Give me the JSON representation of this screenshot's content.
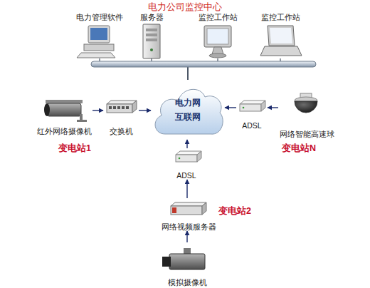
{
  "diagram": {
    "title": "电力公司监控中心",
    "nodes": [
      {
        "text": [
          "电力管理软件"
        ]
      },
      {
        "text": [
          "服务器"
        ]
      },
      {
        "text": [
          "监控工作站"
        ]
      },
      {
        "text": [
          "监控工作站"
        ]
      },
      {
        "text": [
          "红外网络摄像机"
        ]
      },
      {
        "text": [
          "交换机"
        ]
      },
      {
        "text": [
          "电力网 互联网"
        ]
      },
      {
        "text": [
          "ADSL"
        ]
      },
      {
        "text": [
          "网络智能高速球"
        ]
      },
      {
        "text": [
          "ADSL"
        ]
      },
      {
        "text": [
          "网络视频服务器"
        ]
      },
      {
        "text": [
          "模拟摄像机"
        ]
      }
    ],
    "edges": [
      {
        "from": 0,
        "to": 6,
        "arrow": "none"
      },
      {
        "from": 1,
        "to": 6,
        "arrow": "none"
      },
      {
        "from": 2,
        "to": 6,
        "arrow": "none"
      },
      {
        "from": 3,
        "to": 6,
        "arrow": "none"
      },
      {
        "from": 4,
        "to": 5,
        "arrow": "to"
      },
      {
        "from": 5,
        "to": 6,
        "arrow": "to"
      },
      {
        "from": 8,
        "to": 7,
        "arrow": "to"
      },
      {
        "from": 7,
        "to": 6,
        "arrow": "to"
      },
      {
        "from": 11,
        "to": 10,
        "arrow": "to"
      },
      {
        "from": 10,
        "to": 9,
        "arrow": "to"
      },
      {
        "from": 9,
        "to": 6,
        "arrow": "to"
      }
    ],
    "labels": [
      "变电站1",
      "变电站N",
      "变电站2"
    ]
  }
}
